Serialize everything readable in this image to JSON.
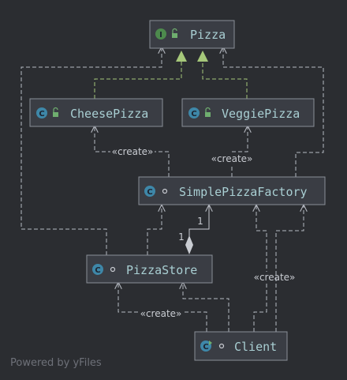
{
  "diagram": {
    "nodes": {
      "pizza": {
        "label": "Pizza",
        "kind": "interface",
        "badge": "I"
      },
      "cheese": {
        "label": "CheesePizza",
        "kind": "class",
        "badge": "C"
      },
      "veggie": {
        "label": "VeggiePizza",
        "kind": "class",
        "badge": "C"
      },
      "factory": {
        "label": "SimplePizzaFactory",
        "kind": "class",
        "badge": "C"
      },
      "store": {
        "label": "PizzaStore",
        "kind": "class",
        "badge": "C"
      },
      "client": {
        "label": "Client",
        "kind": "class",
        "badge": "C"
      }
    },
    "edges": {
      "factory_cheese": "«create»",
      "factory_veggie": "«create»",
      "client_factory": "«create»",
      "client_store": "«create»",
      "store_factory_mult": "1",
      "store_factory_mult_target": "1"
    }
  },
  "footer": {
    "watermark": "Powered by yFiles"
  },
  "colors": {
    "background": "#2b2d31",
    "node_fill": "#3a3d44",
    "node_text": "#a9cfd3",
    "edge": "#b6bac2",
    "realization": "#a6c87a"
  },
  "icons": {
    "interface": "interface-badge-icon",
    "class": "class-badge-icon",
    "public": "lock-icon",
    "package": "circle-visibility-icon",
    "main": "run-class-icon"
  }
}
